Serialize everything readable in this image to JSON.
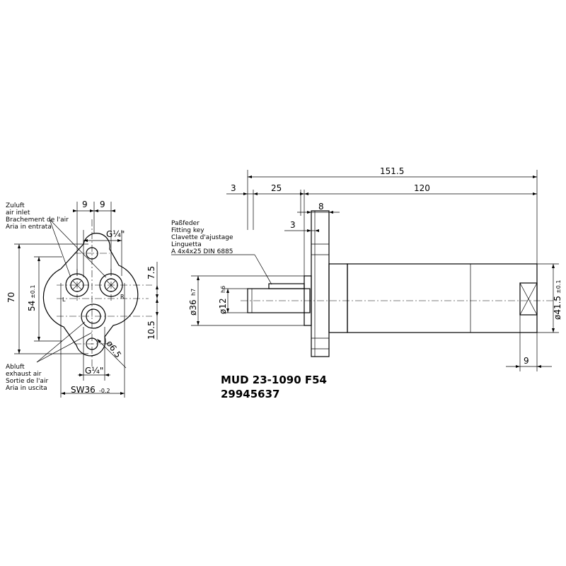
{
  "title": {
    "model": "MUD 23-1090 F54",
    "part_number": "29945637"
  },
  "front_view": {
    "dim_9_left": "9",
    "dim_9_right": "9",
    "thread_top": "G¼\"",
    "thread_bottom": "G¼\"",
    "dim_70": "70",
    "dim_54": "54",
    "dim_54_tol": "±0.1",
    "dim_7_5": "7.5",
    "dim_10_5": "10.5",
    "hole_dia": "ø6.5",
    "wrench": "SW36",
    "wrench_tol": "-0.2",
    "mark_l": "L",
    "mark_r": "R",
    "air_inlet": [
      "Zuluft",
      "air inlet",
      "Brachement de l'air",
      "Aria in entrata"
    ],
    "air_exhaust": [
      "Abluft",
      "exhaust air",
      "Sortie de l'air",
      "Aria in uscita"
    ]
  },
  "side_view": {
    "dim_overall": "151.5",
    "dim_3": "3",
    "dim_25": "25",
    "dim_120": "120",
    "dim_8": "8",
    "dim_3b": "3",
    "dim_shaft_dia": "ø12",
    "dim_shaft_tol": "h6",
    "dim_pilot_dia": "ø36",
    "dim_pilot_tol": "h7",
    "dim_body_dia": "ø41.5",
    "dim_body_tol": "±0.1",
    "dim_flats": "9",
    "key_note": [
      "Paßfeder",
      "Fitting key",
      "Clavette d'ajustage",
      "Linguetta",
      "A  4x4x25  DIN  6885"
    ]
  }
}
